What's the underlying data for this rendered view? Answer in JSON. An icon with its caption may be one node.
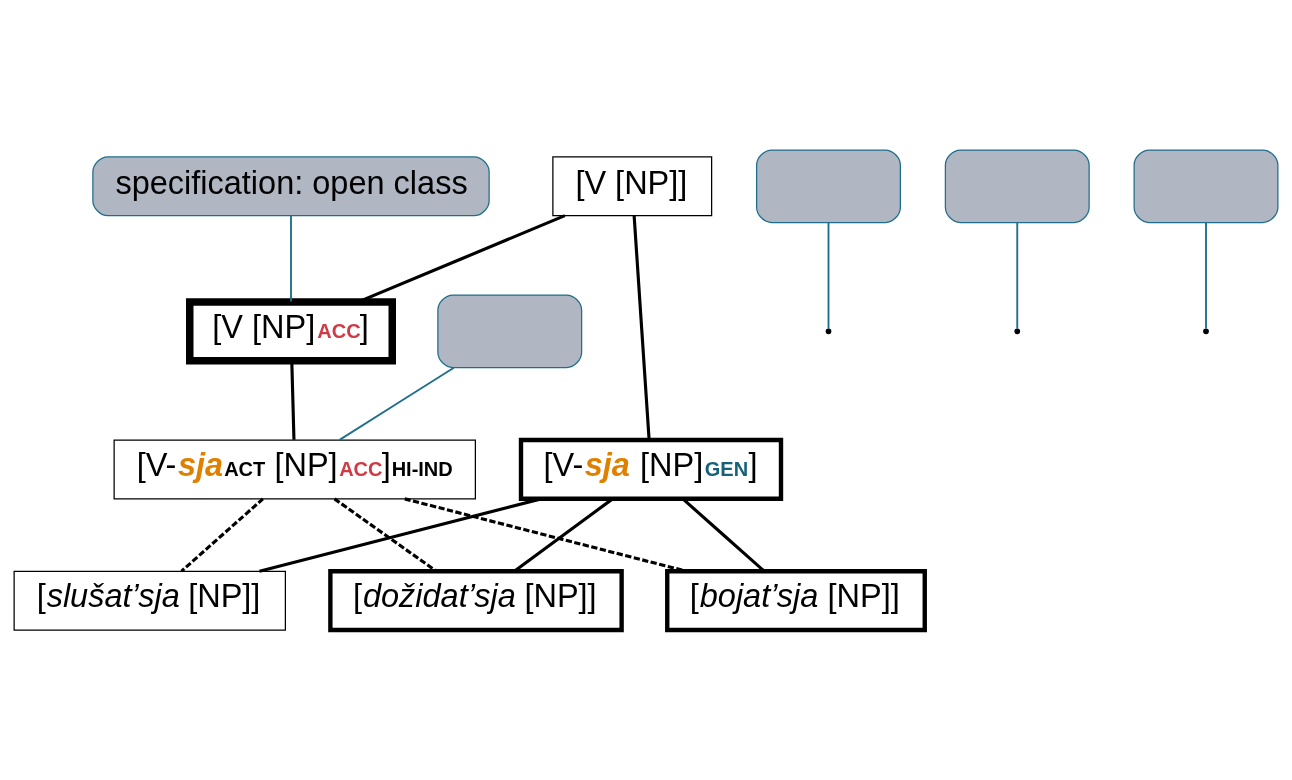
{
  "diagram": {
    "nodes": [
      {
        "text": [
          "specification: open class"
        ]
      },
      {
        "text": [
          "[V [NP]]"
        ]
      },
      {
        "text": [
          "[V [NP]$_{ACC}$]"
        ]
      },
      {
        "text": [
          "[V-*sja* [NP]$_{GEN}$]"
        ]
      },
      {
        "text": [
          "[V-*sja*$_{ACT}$ [NP]$_{ACC}$]$_{HI-IND}$"
        ]
      },
      {
        "text": [
          "[*slušat’sja* [NP]]"
        ]
      },
      {
        "text": [
          "[*dožidat’sja* [NP]]"
        ]
      },
      {
        "text": [
          "[*bojat’sja* [NP]]"
        ]
      },
      {
        "text": [],
        "shape": "callout"
      },
      {
        "text": [],
        "shape": "callout"
      },
      {
        "text": [],
        "shape": "callout"
      },
      {
        "text": [],
        "shape": "callout"
      }
    ],
    "edges": [
      {
        "from": 1,
        "to": 2,
        "arrow": "none"
      },
      {
        "from": 1,
        "to": 3,
        "arrow": "none"
      },
      {
        "from": 2,
        "to": 4,
        "arrow": "none"
      },
      {
        "from": 3,
        "to": 5,
        "arrow": "none"
      },
      {
        "from": 3,
        "to": 6,
        "arrow": "none"
      },
      {
        "from": 3,
        "to": 7,
        "arrow": "none"
      },
      {
        "from": 4,
        "to": 5,
        "arrow": "none",
        "style": "dashed"
      },
      {
        "from": 4,
        "to": 6,
        "arrow": "none",
        "style": "dashed"
      },
      {
        "from": 4,
        "to": 7,
        "arrow": "none",
        "style": "dashed"
      },
      {
        "from": 0,
        "to": 2,
        "arrow": "none",
        "color": "#1f6e8c"
      },
      {
        "from": 8,
        "to": null,
        "arrow": "none",
        "color": "#1f6e8c"
      },
      {
        "from": 9,
        "to": 4,
        "arrow": "none",
        "color": "#1f6e8c"
      },
      {
        "from": 10,
        "to": null,
        "arrow": "none",
        "color": "#1f6e8c"
      },
      {
        "from": 11,
        "to": null,
        "arrow": "none",
        "color": "#1f6e8c"
      }
    ]
  }
}
